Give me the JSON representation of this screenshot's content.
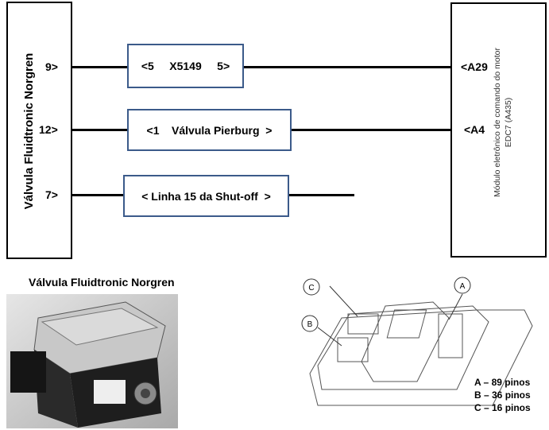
{
  "left_module": {
    "title": "Válvula Fluidtronic Norgren",
    "pins": [
      "9>",
      "12>",
      "7>"
    ]
  },
  "connectors": [
    {
      "label": "<5     X5149     5>"
    },
    {
      "label": "<1    Válvula Pierburg  >"
    },
    {
      "label": "< Linha 15 da Shut-off  >"
    }
  ],
  "right_module": {
    "title_line1": "Módulo eletrônico de comando do motor",
    "title_line2": "EDC7 (A435)",
    "pins": [
      "<A29",
      "<A4"
    ]
  },
  "photo_caption": "Válvula Fluidtronic Norgren",
  "ecu_drawing": {
    "callouts": [
      "A",
      "B",
      "C"
    ],
    "legend": [
      "A – 89 pinos",
      "B – 36 pinos",
      "C – 16 pinos"
    ]
  }
}
